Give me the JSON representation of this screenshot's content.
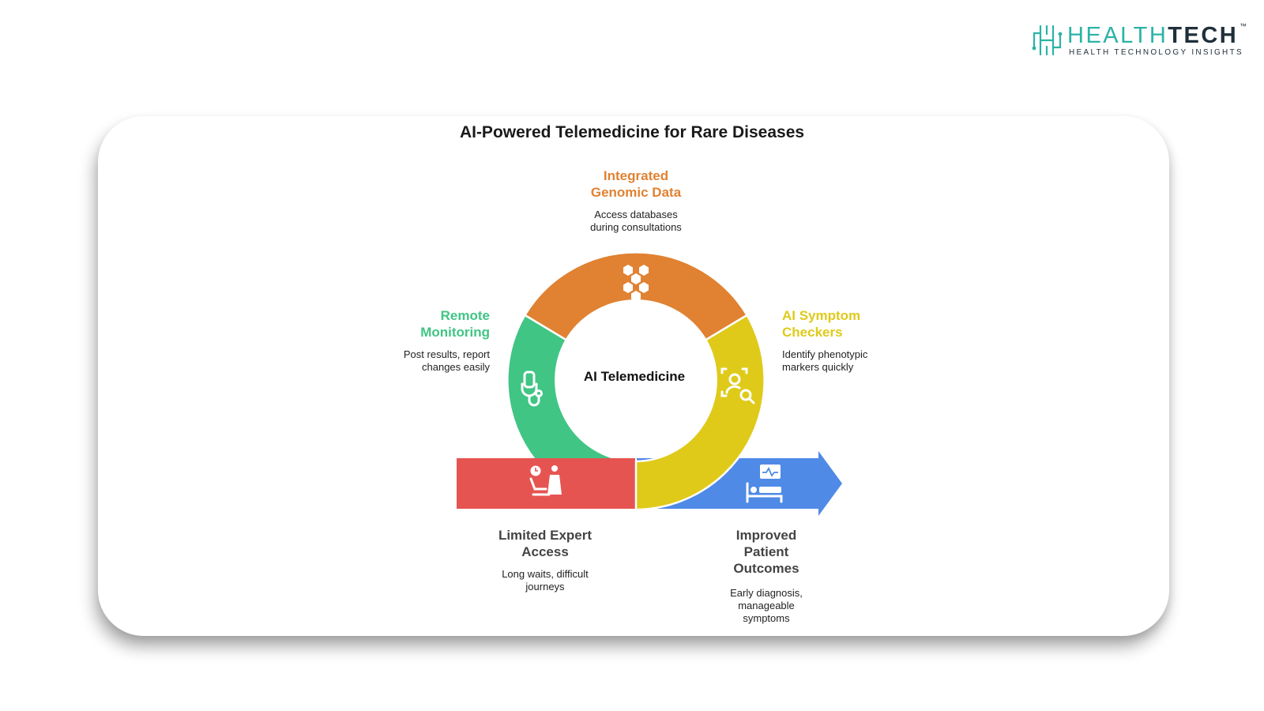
{
  "logo": {
    "name_light": "HEALTH",
    "name_bold": "TECH",
    "trademark": "™",
    "tagline": "HEALTH TECHNOLOGY INSIGHTS"
  },
  "diagram": {
    "title": "AI-Powered Telemedicine for Rare Diseases",
    "center": "AI Telemedicine",
    "nodes": {
      "genomic": {
        "title": "Integrated Genomic Data",
        "title_lines": [
          "Integrated",
          "Genomic Data"
        ],
        "desc_lines": [
          "Access databases",
          "during consultations"
        ],
        "color": "#e08232",
        "icon": "hexagon-cluster-icon"
      },
      "monitoring": {
        "title": "Remote Monitoring",
        "title_lines": [
          "Remote",
          "Monitoring"
        ],
        "desc_lines": [
          "Post results, report",
          "changes easily"
        ],
        "color": "#40c584",
        "icon": "stethoscope-icon"
      },
      "symptom": {
        "title": "AI Symptom Checkers",
        "title_lines": [
          "AI Symptom",
          "Checkers"
        ],
        "desc_lines": [
          "Identify phenotypic",
          "markers quickly"
        ],
        "color": "#dfca1a",
        "icon": "face-scan-icon"
      },
      "limited": {
        "title": "Limited Expert Access",
        "title_lines": [
          "Limited Expert",
          "Access"
        ],
        "desc_lines": [
          "Long waits, difficult",
          "journeys"
        ],
        "color": "#e65452",
        "icon": "waiting-patient-icon"
      },
      "outcomes": {
        "title": "Improved Patient Outcomes",
        "title_lines": [
          "Improved",
          "Patient",
          "Outcomes"
        ],
        "desc_lines": [
          "Early diagnosis,",
          "manageable",
          "symptoms"
        ],
        "color": "#4f8ae6",
        "icon": "patient-bed-monitor-icon"
      }
    }
  }
}
